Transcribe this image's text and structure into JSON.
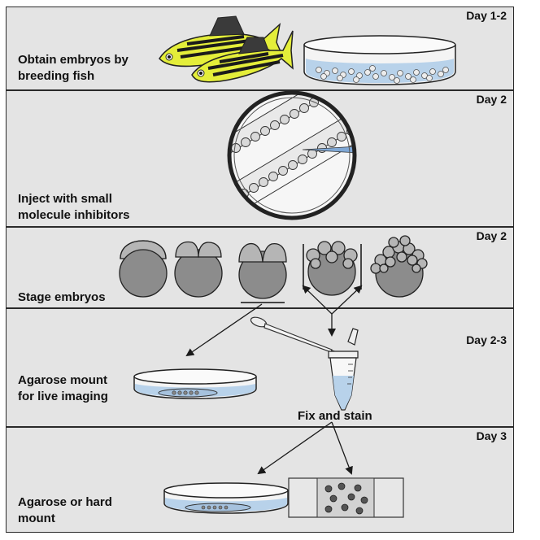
{
  "panels": [
    {
      "day": "Day 1-2",
      "label": "Obtain embryos by\n breeding fish"
    },
    {
      "day": "Day 2",
      "label": "Inject with small\nmolecule inhibitors"
    },
    {
      "day": "Day 2",
      "label": "Stage embryos"
    },
    {
      "day": "Day 2-3",
      "label": "Agarose mount\nfor live imaging"
    },
    {
      "day": "Day 3",
      "label": "Agarose or hard\nmount"
    }
  ],
  "fix_label": "Fix and stain",
  "colors": {
    "panel_bg": "#e4e4e4",
    "fish_yellow": "#e4ee3a",
    "embryo_gray": "#8c8c8c",
    "dish_blue": "#b8d2ea"
  }
}
